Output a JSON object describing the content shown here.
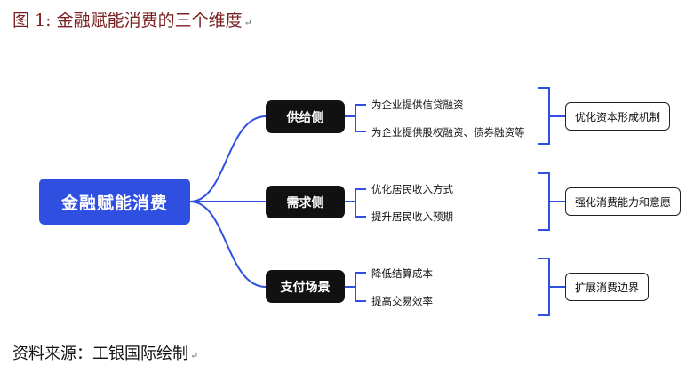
{
  "figure": {
    "title": "图 1: 金融赋能消费的三个维度",
    "source": "资料来源：工银国际绘制",
    "paragraph_mark": "↵"
  },
  "diagram": {
    "root": "金融赋能消费",
    "branches": [
      {
        "label": "供给侧",
        "items": [
          "为企业提供信贷融资",
          "为企业提供股权融资、债券融资等"
        ],
        "result": "优化资本形成机制"
      },
      {
        "label": "需求侧",
        "items": [
          "优化居民收入方式",
          "提升居民收入预期"
        ],
        "result": "强化消费能力和意愿"
      },
      {
        "label": "支付场景",
        "items": [
          "降低结算成本",
          "提高交易效率"
        ],
        "result": "扩展消费边界"
      }
    ],
    "colors": {
      "root_fill": "#2f4fe0",
      "branch_fill": "#111111",
      "connector": "#2f4fe0",
      "title_text": "#7a1f1f"
    }
  }
}
